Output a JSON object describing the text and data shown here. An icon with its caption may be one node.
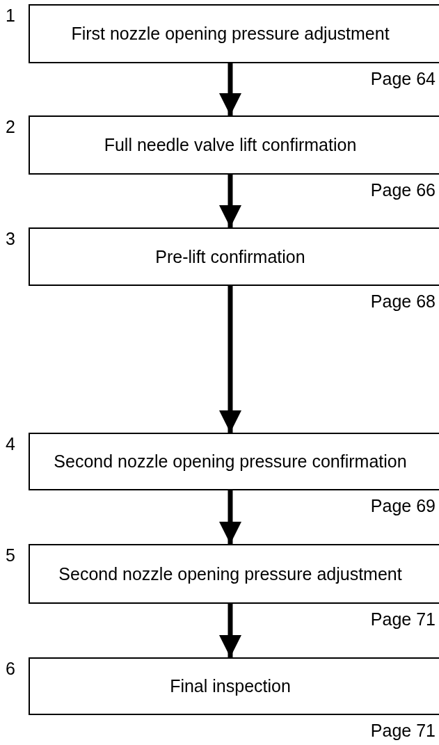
{
  "diagram": {
    "nodes": [
      {
        "text": [
          "First nozzle opening pressure adjustment"
        ],
        "beside": [
          "1",
          "Page 64"
        ]
      },
      {
        "text": [
          "Full needle valve lift confirmation"
        ],
        "beside": [
          "2",
          "Page 66"
        ]
      },
      {
        "text": [
          "Pre-lift confirmation"
        ],
        "beside": [
          "3",
          "Page 68"
        ]
      },
      {
        "text": [
          "Second nozzle opening pressure confirmation"
        ],
        "beside": [
          "4",
          "Page 69"
        ]
      },
      {
        "text": [
          "Second nozzle opening pressure adjustment"
        ],
        "beside": [
          "5",
          "Page 71"
        ]
      },
      {
        "text": [
          "Final inspection"
        ],
        "beside": [
          "6",
          "Page 71"
        ]
      }
    ],
    "edges": [
      {
        "from": 0,
        "to": 1,
        "arrow": "to"
      },
      {
        "from": 1,
        "to": 2,
        "arrow": "to"
      },
      {
        "from": 2,
        "to": 3,
        "arrow": "to"
      },
      {
        "from": 3,
        "to": 4,
        "arrow": "to"
      },
      {
        "from": 4,
        "to": 5,
        "arrow": "to"
      }
    ]
  }
}
